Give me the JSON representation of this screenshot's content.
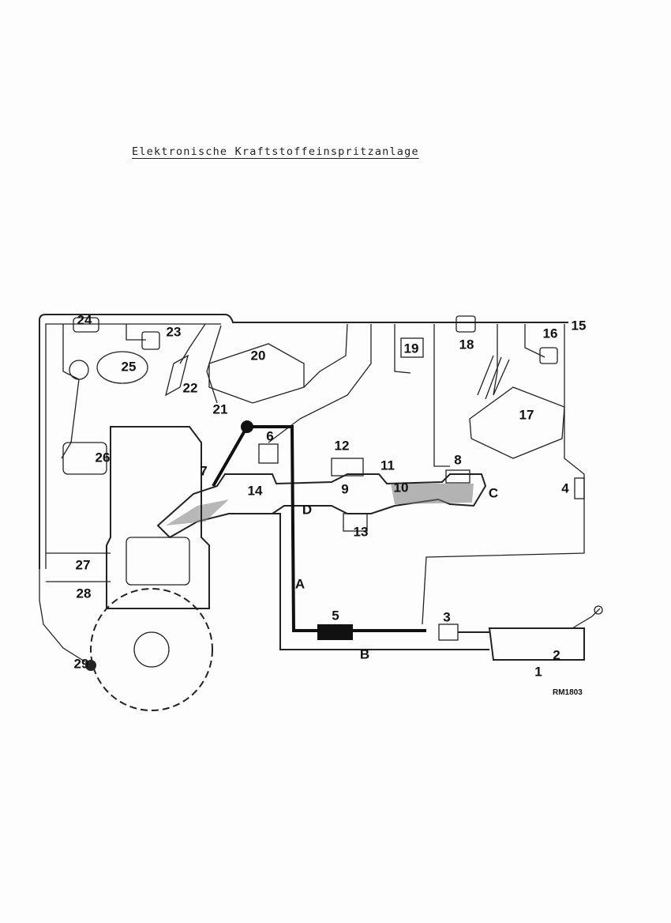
{
  "title": "Elektronische Kraftstoffeinspritzanlage",
  "reference": "RM1803",
  "labels": {
    "n1": "1",
    "n2": "2",
    "n3": "3",
    "n4": "4",
    "n5": "5",
    "n6": "6",
    "n7": "7",
    "n8": "8",
    "n9": "9",
    "n10": "10",
    "n11": "11",
    "n12": "12",
    "n13": "13",
    "n14": "14",
    "n15": "15",
    "n16": "16",
    "n17": "17",
    "n18": "18",
    "n19": "19",
    "n20": "20",
    "n21": "21",
    "n22": "22",
    "n23": "23",
    "n24": "24",
    "n25": "25",
    "n26": "26",
    "n27": "27",
    "n28": "28",
    "n29": "29",
    "A": "A",
    "B": "B",
    "C": "C",
    "D": "D"
  }
}
